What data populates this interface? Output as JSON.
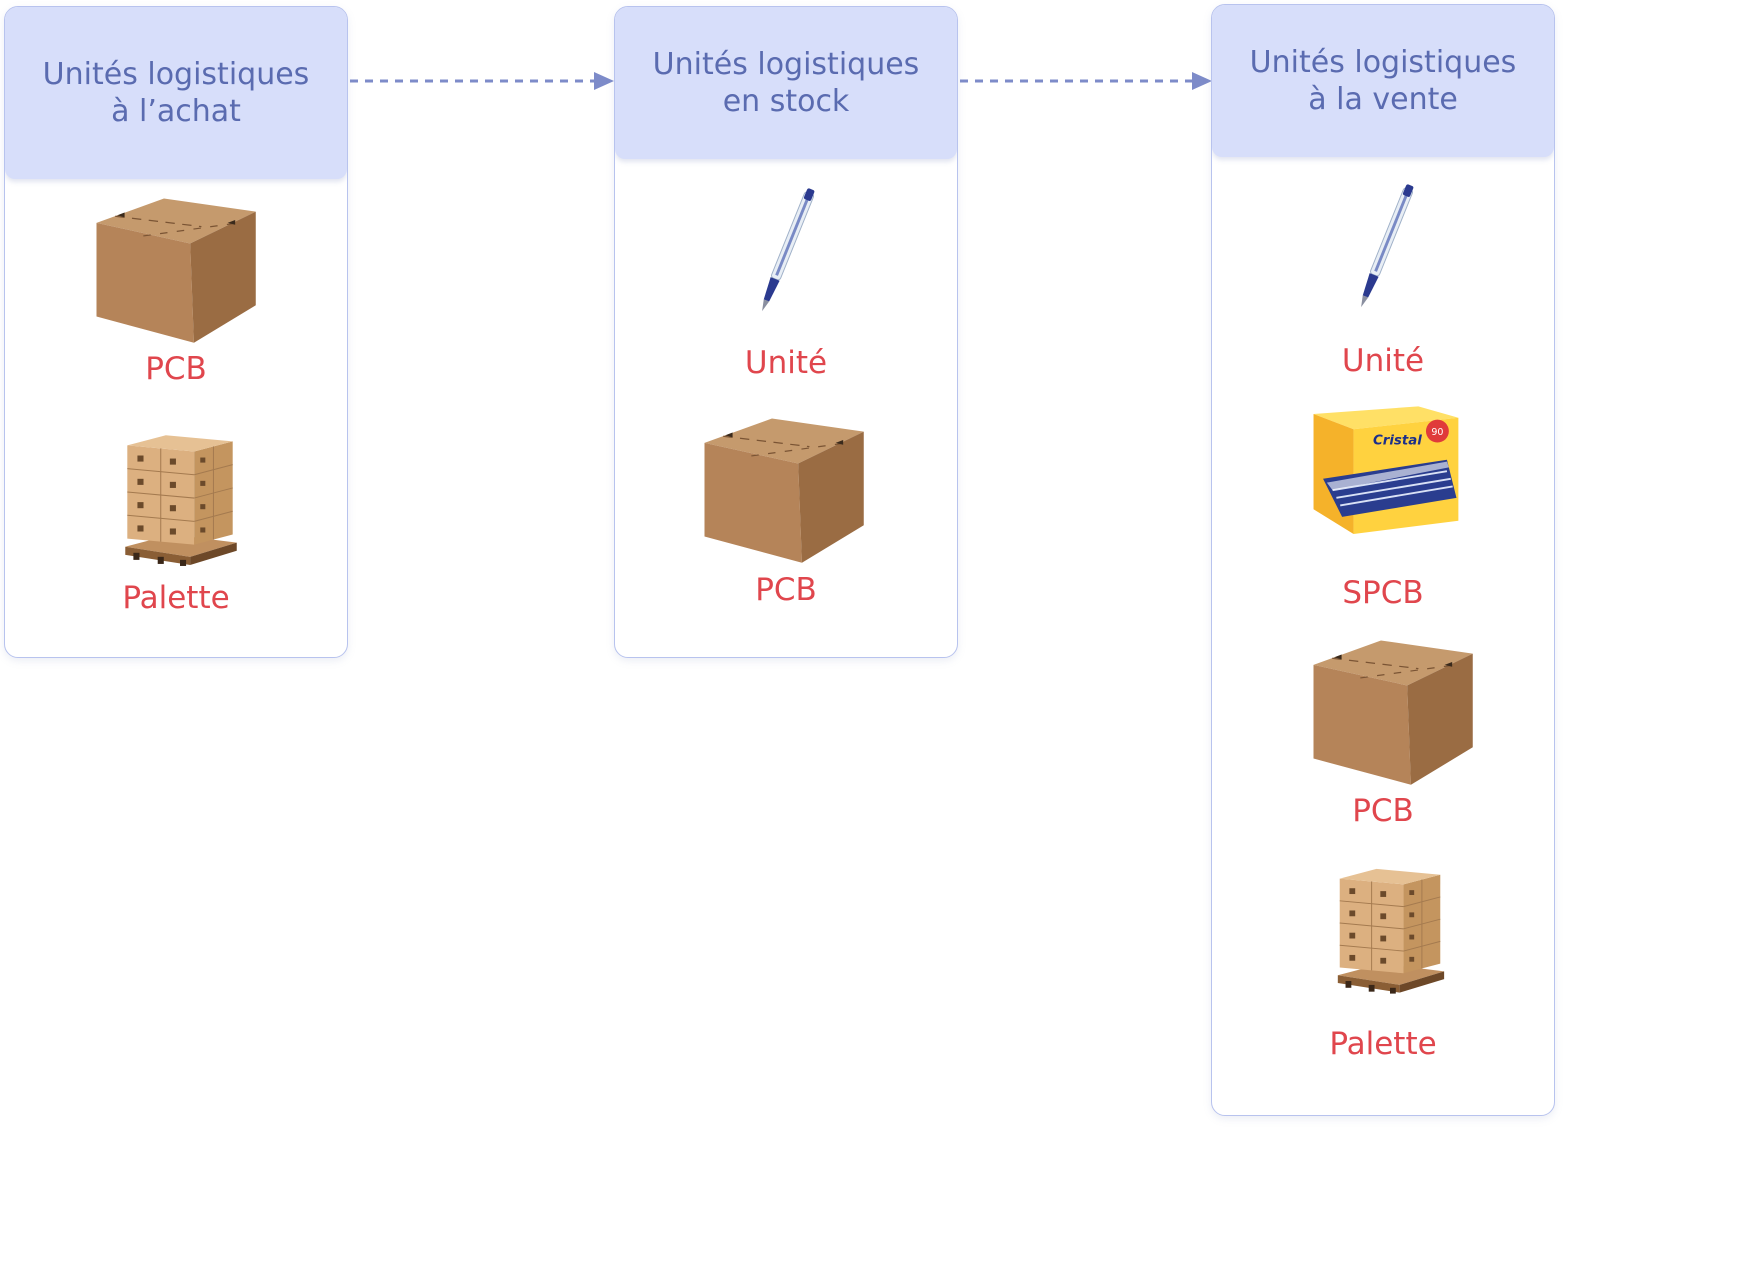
{
  "columns": [
    {
      "title_line1": "Unités logistiques",
      "title_line2": "à l’achat",
      "items": [
        {
          "label": "PCB",
          "icon": "cardboard-box-icon"
        },
        {
          "label": "Palette",
          "icon": "pallet-icon"
        }
      ]
    },
    {
      "title_line1": "Unités logistiques",
      "title_line2": "en stock",
      "items": [
        {
          "label": "Unité",
          "icon": "pen-icon"
        },
        {
          "label": "PCB",
          "icon": "cardboard-box-icon"
        }
      ]
    },
    {
      "title_line1": "Unités logistiques",
      "title_line2": "à la vente",
      "items": [
        {
          "label": "Unité",
          "icon": "pen-icon"
        },
        {
          "label": "SPCB",
          "icon": "pen-pack-icon"
        },
        {
          "label": "PCB",
          "icon": "cardboard-box-icon"
        },
        {
          "label": "Palette",
          "icon": "pallet-icon"
        }
      ]
    }
  ],
  "colors": {
    "header_bg": "#d7defa",
    "header_text": "#5a6bb0",
    "label_text": "#e0464d",
    "border": "#b8c3ee",
    "arrow": "#7d8bc9"
  }
}
